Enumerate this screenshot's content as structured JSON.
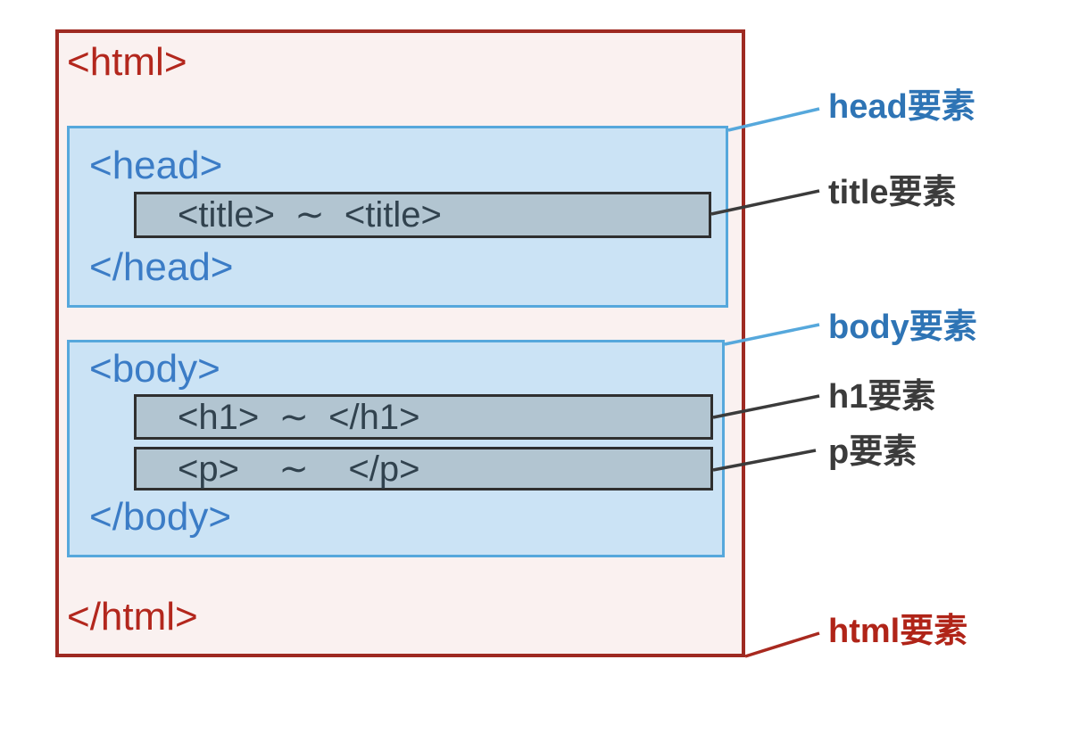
{
  "diagram": {
    "html_element": {
      "open_tag": "<html>",
      "close_tag": "</html>",
      "label": "html要素"
    },
    "head_element": {
      "open_tag": "<head>",
      "close_tag": "</head>",
      "label": "head要素"
    },
    "title_element": {
      "content": "<title>  ∼  <title>",
      "label": "title要素"
    },
    "body_element": {
      "open_tag": "<body>",
      "close_tag": "</body>",
      "label": "body要素"
    },
    "h1_element": {
      "content": "<h1>  ∼  </h1>",
      "label": "h1要素"
    },
    "p_element": {
      "content": "<p>    ∼    </p>",
      "label": "p要素"
    }
  },
  "colors": {
    "html_text_red": "#B3271D",
    "html_border_red": "#9E2A22",
    "html_box_fill": "#FAF1F0",
    "head_body_text_blue": "#3B7CC6",
    "blue_box_border": "#56A8DC",
    "blue_box_fill": "#CBE3F5",
    "inner_bar_fill": "#B2C5D1",
    "inner_bar_border": "#2F2F2F",
    "inner_bar_text": "#31424E",
    "label_blue": "#2E74B5",
    "label_dark": "#3B3B3B",
    "label_red": "#B02418"
  }
}
